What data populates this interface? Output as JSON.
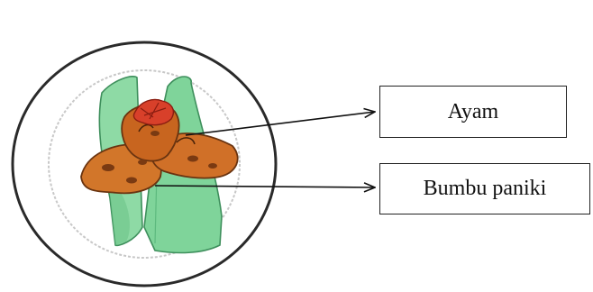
{
  "labels": {
    "chicken": "Ayam",
    "sauce": "Bumbu paniki"
  },
  "illustration": {
    "subject": "plate with chicken in paniki seasoning on green leaves",
    "colors": {
      "plate_outline": "#2a2a2a",
      "inner_ring": "#c8c8c8",
      "leaf_green": "#7fd49a",
      "leaf_dark": "#4fae72",
      "chicken_orange": "#d2762a",
      "chicken_dark": "#7a3a12",
      "chili_red": "#d8402a"
    }
  }
}
